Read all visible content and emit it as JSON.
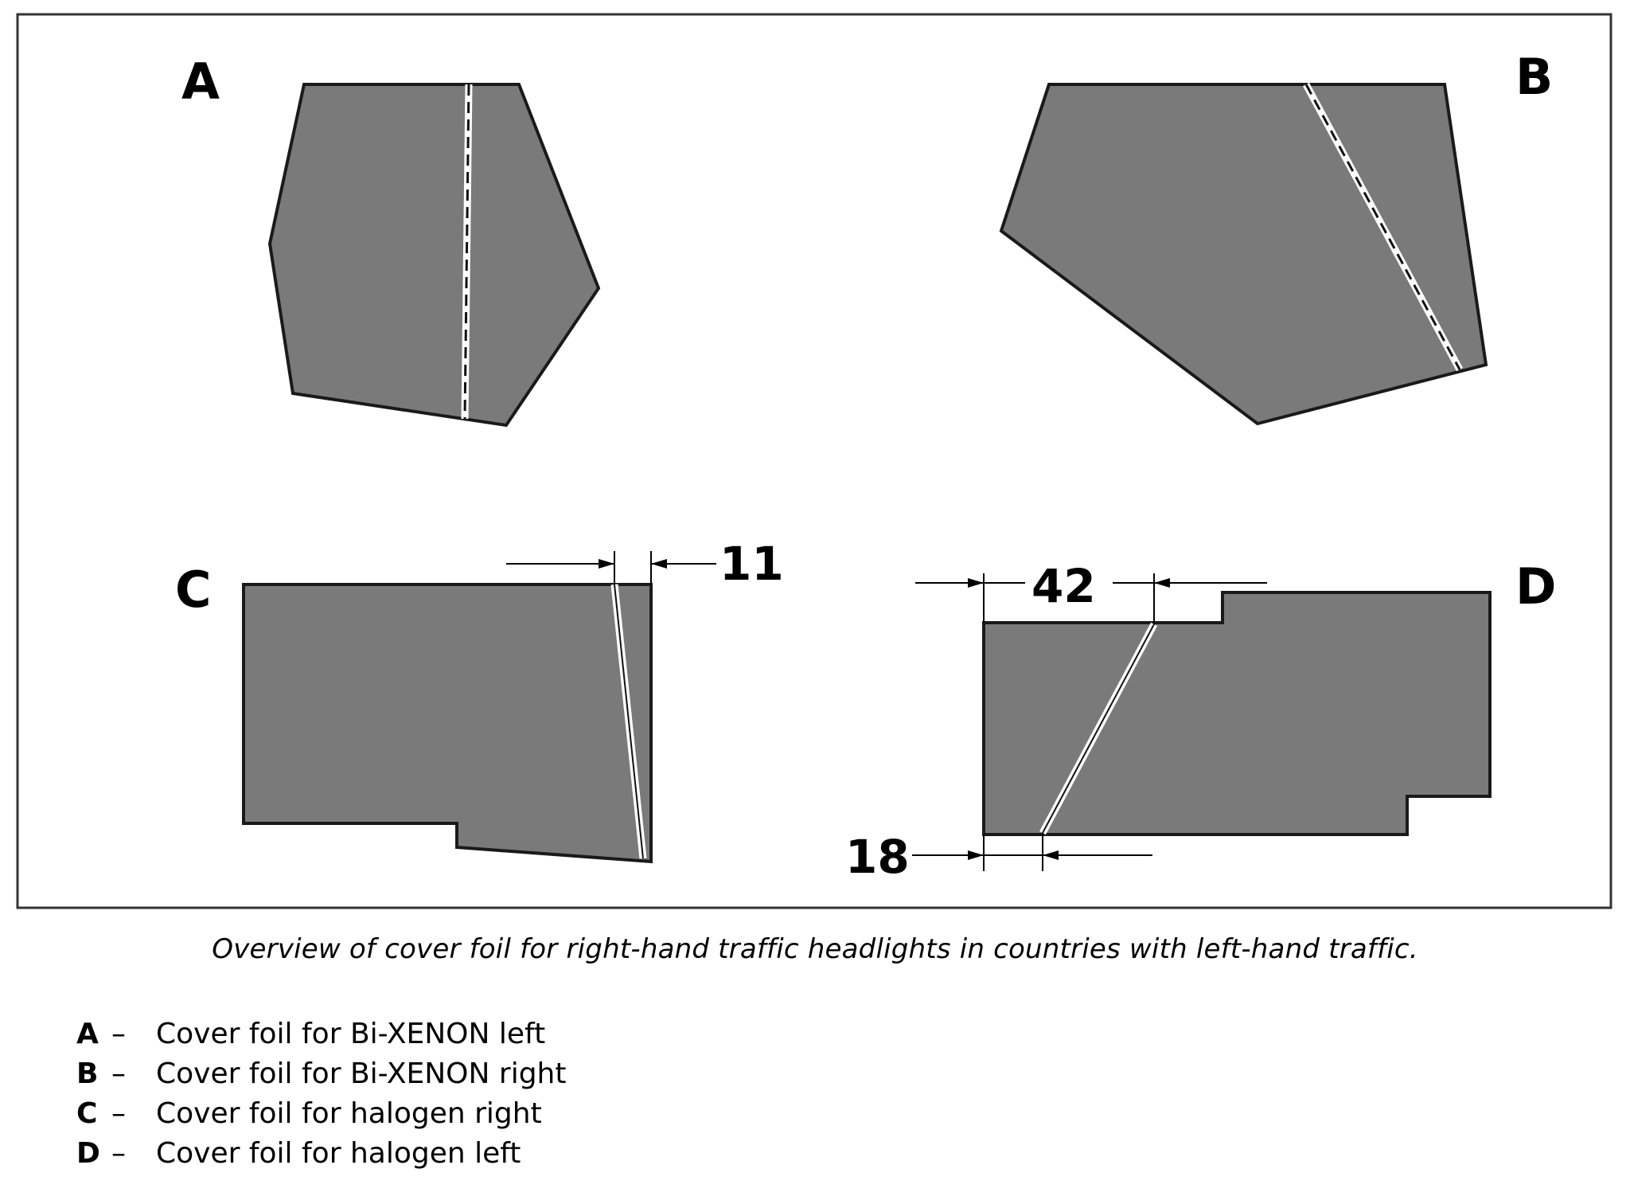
{
  "panels": [
    {
      "id": "A",
      "label": "A"
    },
    {
      "id": "B",
      "label": "B"
    },
    {
      "id": "C",
      "label": "C"
    },
    {
      "id": "D",
      "label": "D"
    }
  ],
  "dimensions": {
    "c_offset": "11",
    "d_top": "42",
    "d_bottom": "18"
  },
  "caption": "Overview of cover foil for right-hand traffic headlights in countries with left-hand traffic.",
  "legend": [
    {
      "key": "A",
      "dash": "–",
      "text": "Cover foil for Bi-XENON left"
    },
    {
      "key": "B",
      "dash": "–",
      "text": "Cover foil for Bi-XENON right"
    },
    {
      "key": "C",
      "dash": "–",
      "text": "Cover foil for halogen right"
    },
    {
      "key": "D",
      "dash": "–",
      "text": "Cover foil for halogen left"
    }
  ],
  "colors": {
    "foil": "#7a7a7a",
    "stroke": "#1a1a1a",
    "border": "#333333"
  }
}
